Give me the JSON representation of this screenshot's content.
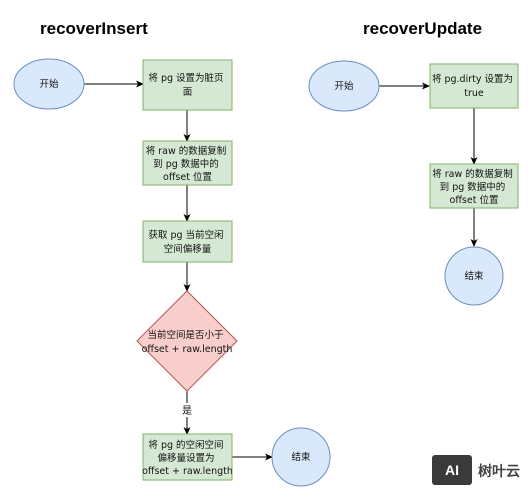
{
  "titles": {
    "left": "recoverInsert",
    "right": "recoverUpdate"
  },
  "left_flow": {
    "start": "开始",
    "step1": [
      "将 pg 设置为脏页",
      "面"
    ],
    "step2": [
      "将 raw 的数据复制",
      "到 pg 数据中的",
      "offset 位置"
    ],
    "step3": [
      "获取 pg 当前空闲",
      "空间偏移量"
    ],
    "decision": [
      "当前空间是否小于",
      "offset + raw.length"
    ],
    "yes_label": "是",
    "step4": [
      "将 pg 的空闲空间",
      "偏移量设置为",
      "offset + raw.length"
    ],
    "end": "结束"
  },
  "right_flow": {
    "start": "开始",
    "step1": [
      "将 pg.dirty 设置为",
      "true"
    ],
    "step2": [
      "将 raw 的数据复制",
      "到 pg 数据中的",
      "offset 位置"
    ],
    "end": "结束"
  },
  "colors": {
    "ellipse_fill": "#dae8fc",
    "ellipse_stroke": "#6c8ebf",
    "box_fill": "#d5e8d4",
    "box_stroke": "#82b366",
    "diamond_fill": "#f8cecc",
    "diamond_stroke": "#b85450",
    "edge": "#000000"
  },
  "watermark": {
    "logo": "AI",
    "text": "树叶云"
  }
}
